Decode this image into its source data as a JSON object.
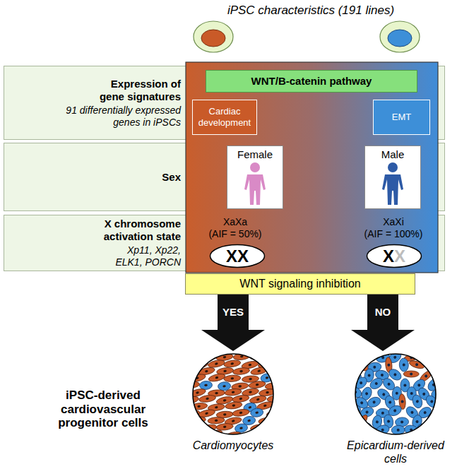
{
  "diagram": {
    "title": "iPSC characteristics (191 lines)",
    "nodes": [
      {
        "text": [
          "Expression of gene signatures",
          "91 differentially expressed genes in iPSCs"
        ]
      },
      {
        "text": [
          "WNT/B-catenin pathway"
        ],
        "in": 0
      },
      {
        "text": [
          "Cardiac development"
        ],
        "in": 0
      },
      {
        "text": [
          "EMT"
        ],
        "in": 0
      },
      {
        "text": [
          "Sex"
        ]
      },
      {
        "text": [
          "Female"
        ],
        "in": 4
      },
      {
        "text": [
          "Male"
        ],
        "in": 4
      },
      {
        "text": [
          "X chromosome activation state",
          "Xp11, Xp22, ELK1, PORCN"
        ]
      },
      {
        "text": [
          "XX"
        ],
        "in": 7
      },
      {
        "text": [
          "X",
          "X"
        ],
        "in": 7
      },
      {
        "text": [
          "WNT signaling inhibition"
        ]
      },
      {
        "text": [
          "Cardiomyocytes"
        ]
      },
      {
        "text": [
          "Epicardium-derived cells"
        ]
      }
    ],
    "edges": [
      {
        "from": 10,
        "to": 11,
        "arrow": "to",
        "label": "YES"
      },
      {
        "from": 10,
        "to": 12,
        "arrow": "to",
        "label": "NO"
      }
    ],
    "labels": [
      "XaXa",
      "(AIF = 50%)",
      "XaXi",
      "(AIF = 100%)",
      "iPSC-derived cardiovascular progenitor cells"
    ]
  }
}
